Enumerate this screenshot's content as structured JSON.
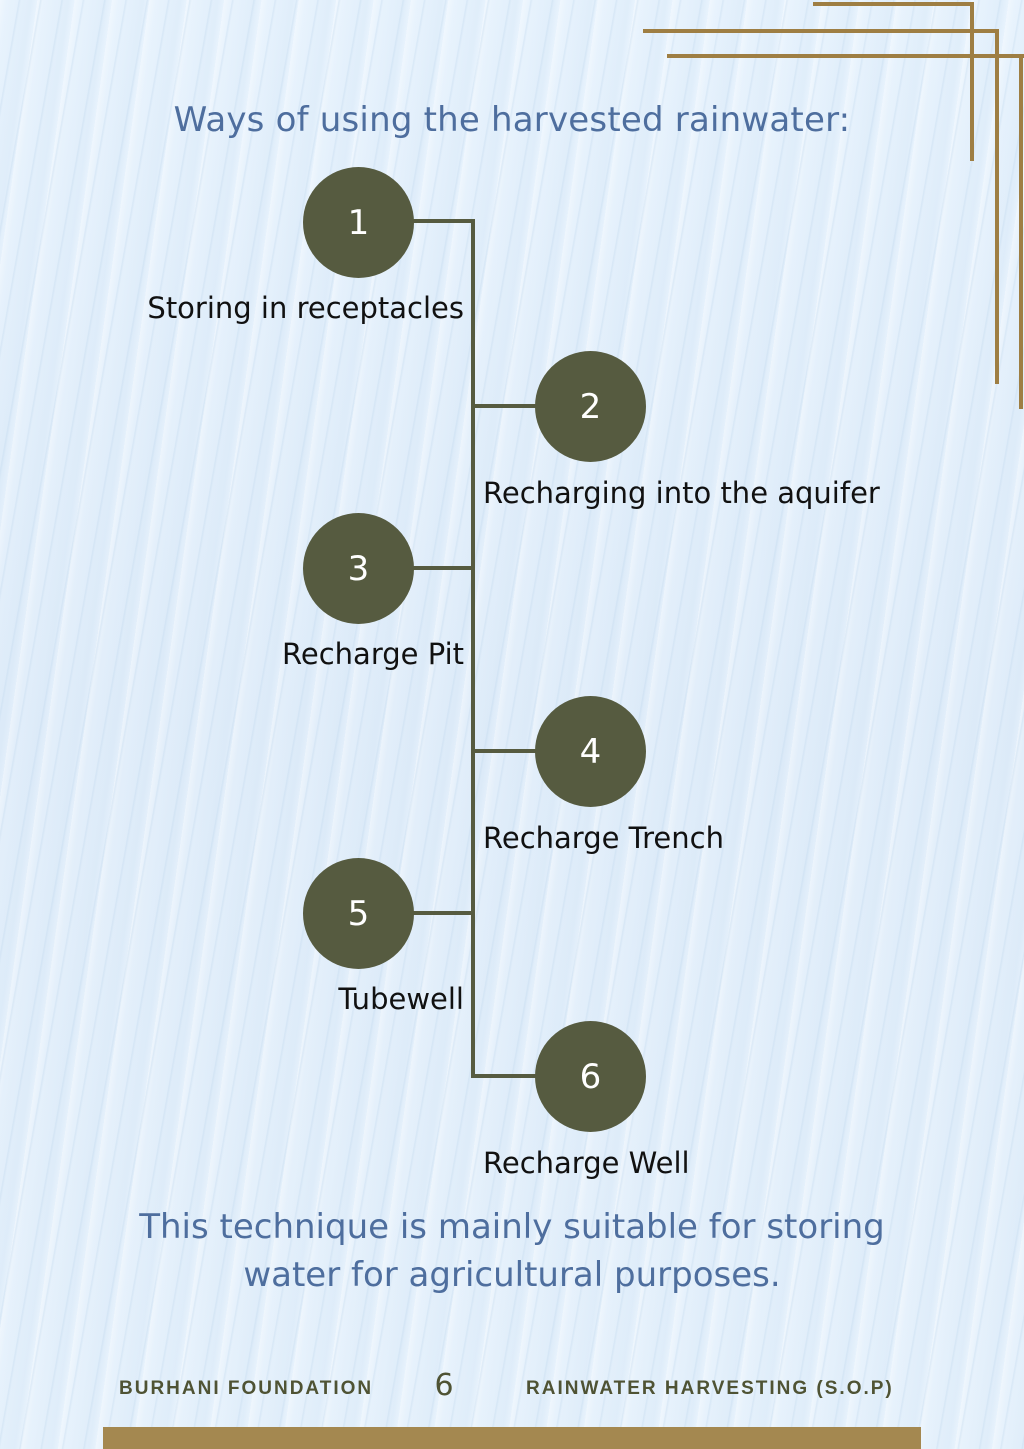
{
  "heading": "Ways of using the harvested rainwater:",
  "steps": [
    {
      "number": "1",
      "label": "Storing in receptacles"
    },
    {
      "number": "2",
      "label": "Recharging into the aquifer"
    },
    {
      "number": "3",
      "label": "Recharge Pit"
    },
    {
      "number": "4",
      "label": "Recharge Trench"
    },
    {
      "number": "5",
      "label": "Tubewell"
    },
    {
      "number": "6",
      "label": "Recharge Well"
    }
  ],
  "note": {
    "line1": "This technique is mainly suitable for storing",
    "line2": "water for agricultural purposes."
  },
  "footer": {
    "left": "BURHANI FOUNDATION",
    "page_number": "6",
    "right": "RAINWATER HARVESTING (S.O.P)"
  },
  "colors": {
    "circle": "#565b40",
    "heading": "#4e6e9e",
    "accent_gold": "#9e7e43",
    "background": "#e4f0fb"
  }
}
